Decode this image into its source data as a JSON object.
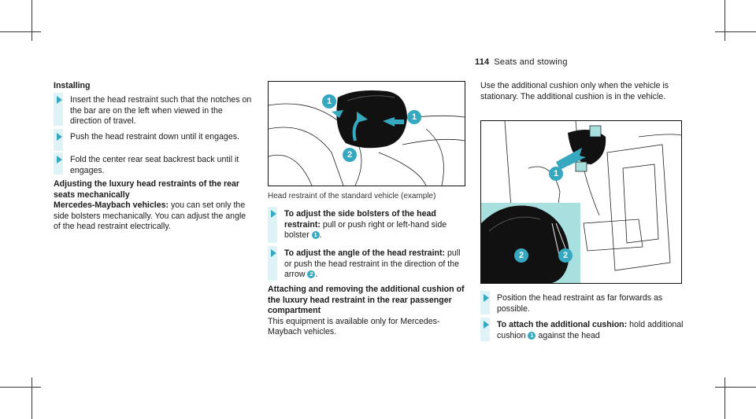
{
  "header": {
    "page_number": "114",
    "title": "Seats and stowing"
  },
  "left": {
    "installing_heading": "Installing",
    "step1": "Insert the head restraint such that the notches on the bar are on the left when viewed in the direction of travel.",
    "step2": "Push the head restraint down until it engages.",
    "step3": "Fold the center rear seat backrest back until it engages.",
    "adjust_heading": "Adjusting the luxury head restraints of the rear seats mechanically",
    "maybach_label": "Mercedes-Maybach vehicles:",
    "maybach_text": "you can set only the side bolsters mechanically. You can adjust the angle of the head restraint electrically."
  },
  "middle": {
    "figure_caption": "Head restraint of the standard vehicle (example)",
    "step1_label": "To adjust the side bolsters of the head restraint:",
    "step1_text": "pull or push right or left-hand side bolster",
    "step1_num": "1",
    "step2_label": "To adjust the angle of the head restraint:",
    "step2_text": "pull or push the head restraint in the direction of the arrow",
    "step2_num": "2",
    "attach_heading": "Attaching and removing the additional cushion of the luxury head restraint in the rear passenger compartment",
    "attach_text": "This equipment is available only for Mercedes-Maybach vehicles.",
    "fig_callouts": [
      "1",
      "1",
      "2"
    ]
  },
  "right": {
    "intro": "Use the additional cushion only when the vehicle is stationary. The additional cushion is in the vehicle.",
    "step1": "Position the head restraint as far forwards as possible.",
    "step2_label": "To attach the additional cushion:",
    "step2_text": "hold additional cushion",
    "step2_num": "1",
    "step2_tail": "against the head",
    "fig_callouts": [
      "1",
      "2",
      "2"
    ]
  },
  "colors": {
    "accent": "#36a9c0",
    "bar": "#dff3f6",
    "inset": "#a8e0e0"
  }
}
